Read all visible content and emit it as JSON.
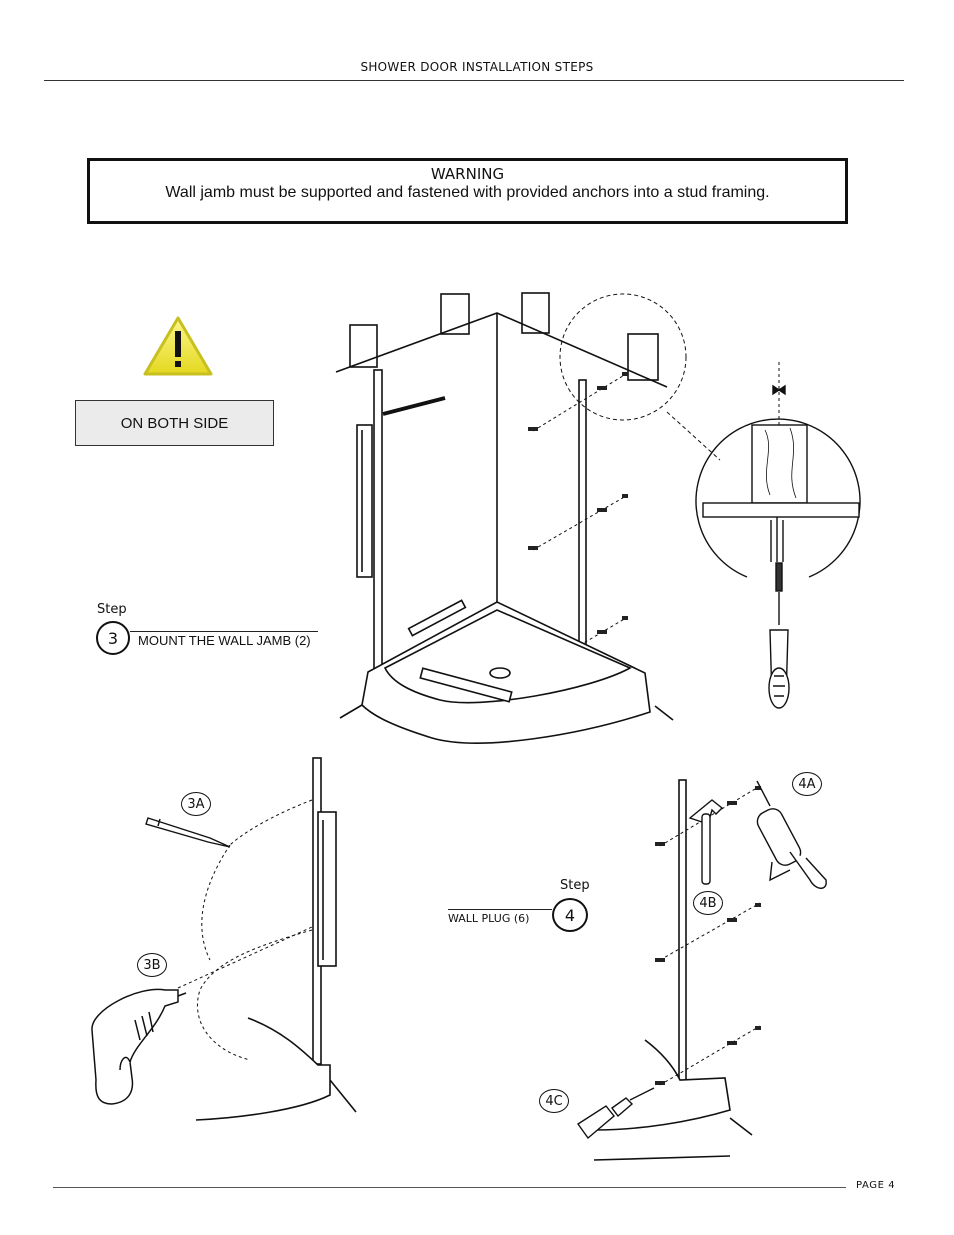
{
  "header": {
    "title": "SHOWER DOOR INSTALLATION STEPS"
  },
  "warning": {
    "title": "WARNING",
    "text": "Wall jamb must be supported and fastened with provided anchors into a stud framing."
  },
  "note": {
    "label": "ON BOTH SIDE"
  },
  "step3": {
    "word": "Step",
    "number": "3",
    "label": "MOUNT THE WALL JAMB (2)"
  },
  "step4": {
    "word": "Step",
    "number": "4",
    "label": "WALL  PLUG (6)"
  },
  "callouts": {
    "a3": "3A",
    "b3": "3B",
    "a4": "4A",
    "b4": "4B",
    "c4": "4C"
  },
  "footer": {
    "page": "PAGE 4"
  },
  "icons": {
    "warning": "warning-triangle-icon",
    "pencil": "pencil-icon",
    "drill": "power-drill-icon",
    "hammer": "hammer-icon",
    "caulk": "caulking-gun-icon",
    "screwdriver": "screwdriver-icon"
  },
  "colors": {
    "warning_yellow": "#f2ea3b",
    "note_bg": "#ebebeb"
  }
}
